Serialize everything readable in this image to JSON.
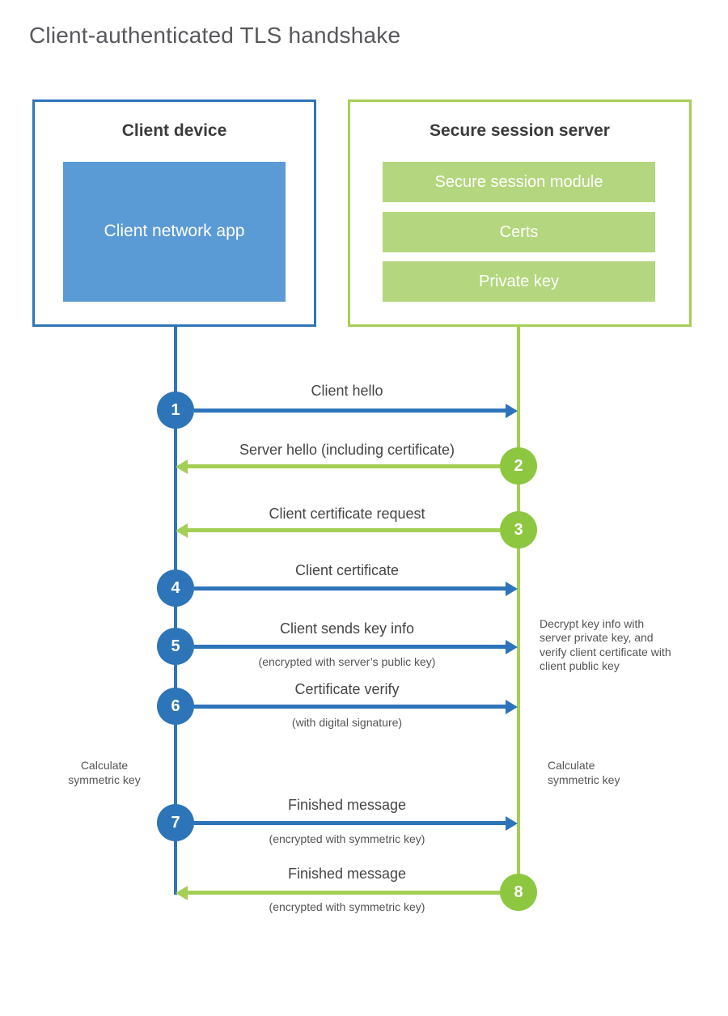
{
  "title": "Client-authenticated TLS handshake",
  "colors": {
    "blue": "#2e74b9",
    "blue_fill": "#5b9bd5",
    "green": "#a5ce55",
    "green_fill": "#b4d67e",
    "green_circle": "#8dc63f"
  },
  "client_box": {
    "title": "Client device",
    "app_label": "Client network app"
  },
  "server_box": {
    "title": "Secure session server",
    "modules": [
      "Secure session module",
      "Certs",
      "Private key"
    ]
  },
  "steps": [
    {
      "num": "1",
      "label": "Client hello",
      "direction": "right",
      "color": "blue"
    },
    {
      "num": "2",
      "label": "Server hello (including certificate)",
      "direction": "left",
      "color": "green"
    },
    {
      "num": "3",
      "label": "Client certificate request",
      "direction": "left",
      "color": "green"
    },
    {
      "num": "4",
      "label": "Client certificate",
      "direction": "right",
      "color": "blue"
    },
    {
      "num": "5",
      "label": "Client sends key info",
      "sublabel": "(encrypted with server’s public key)",
      "direction": "right",
      "color": "blue"
    },
    {
      "num": "6",
      "label": "Certificate verify",
      "sublabel": "(with digital signature)",
      "direction": "right",
      "color": "blue"
    },
    {
      "num": "7",
      "label": "Finished message",
      "sublabel": "(encrypted with symmetric key)",
      "direction": "right",
      "color": "blue"
    },
    {
      "num": "8",
      "label": "Finished message",
      "sublabel": "(encrypted with symmetric key)",
      "direction": "left",
      "color": "green"
    }
  ],
  "annotations": {
    "decrypt_note": "Decrypt key info with server private key, and verify client certificate with client public key",
    "calc_left": "Calculate symmetric key",
    "calc_right": "Calculate symmetric key"
  }
}
